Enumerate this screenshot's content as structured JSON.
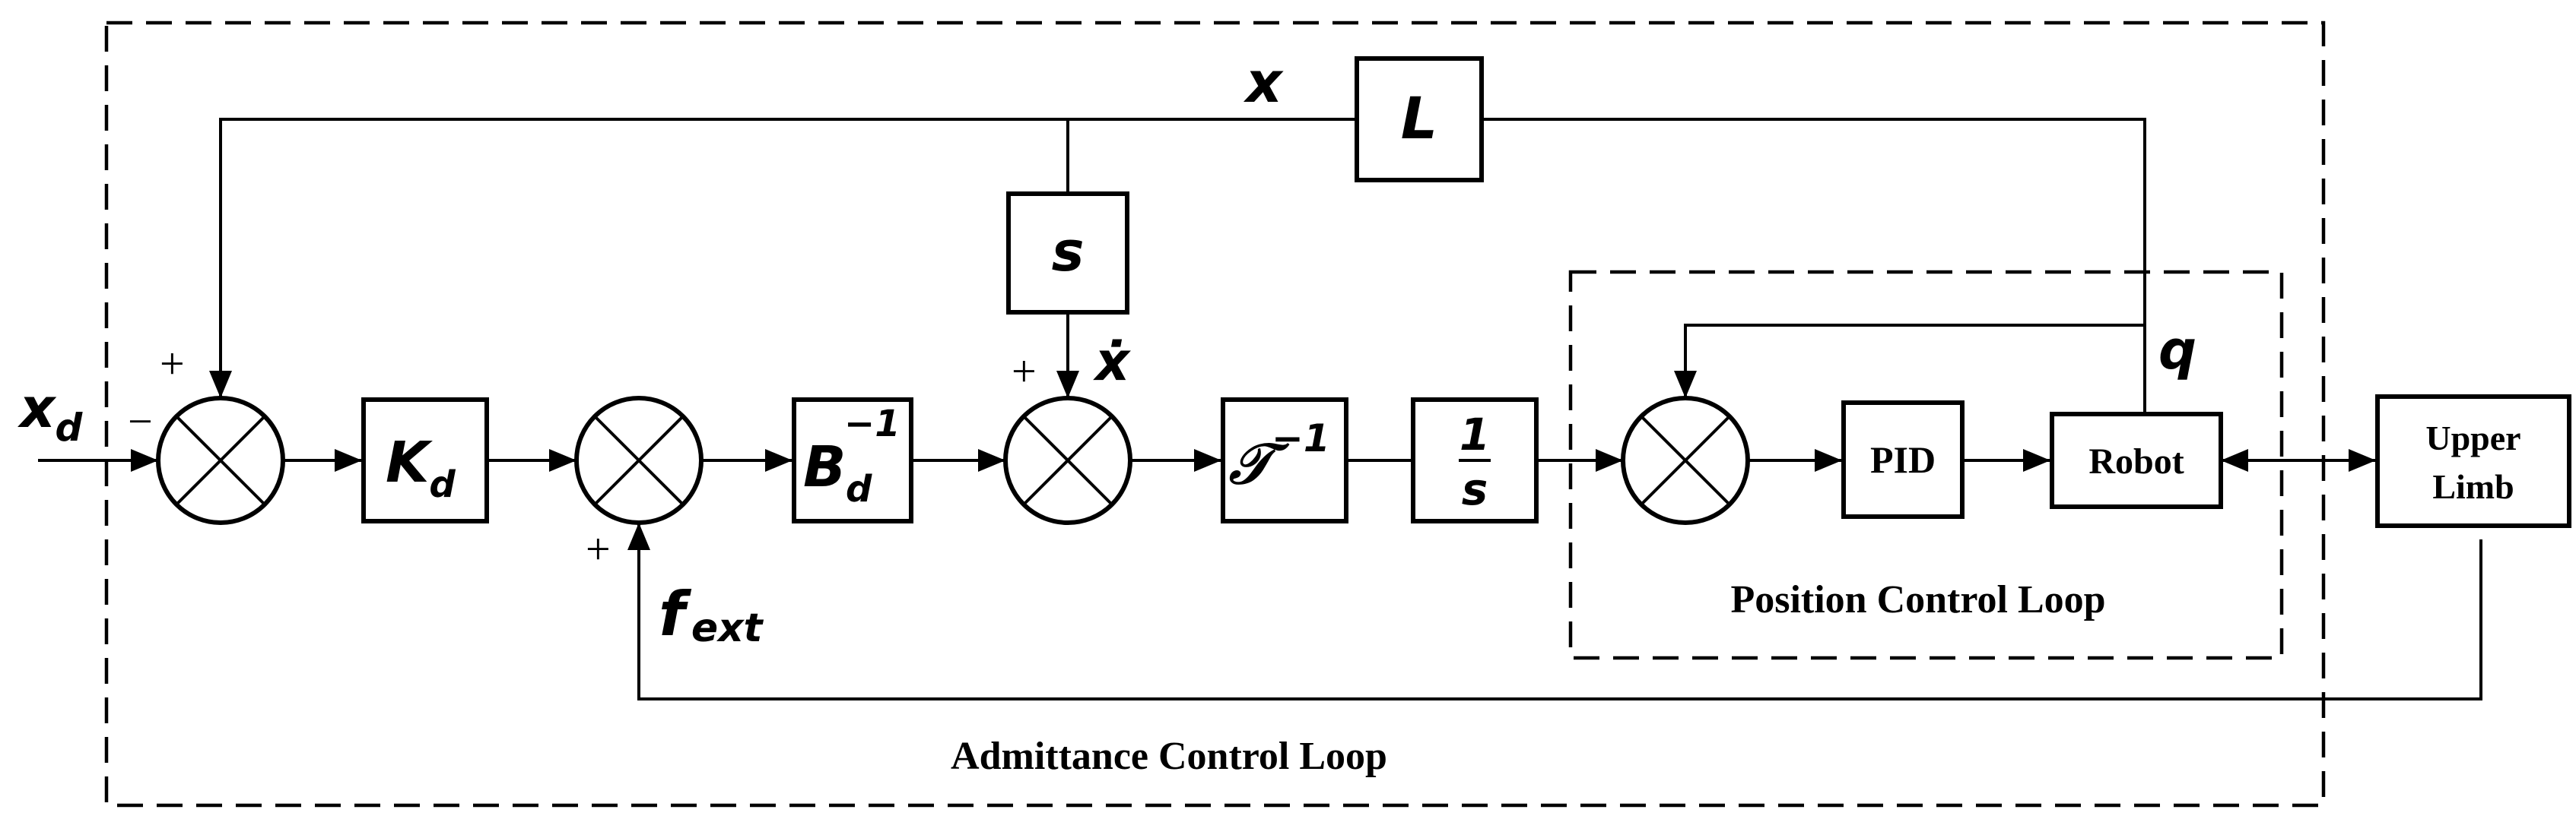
{
  "loops": {
    "outer_label": "Admittance Control Loop",
    "inner_label": "Position Control Loop"
  },
  "blocks": {
    "kd": "K",
    "kd_sub": "d",
    "bd": "B",
    "bd_sub": "d",
    "bd_sup": "−1",
    "jinv": "𝒯",
    "jinv_sup": "−1",
    "integrator_num": "1",
    "integrator_den": "s",
    "s": "s",
    "l": "L",
    "pid": "PID",
    "robot": "Robot",
    "upper_limb_line1": "Upper",
    "upper_limb_line2": "Limb"
  },
  "signals": {
    "xd": "x",
    "xd_sub": "d",
    "x": "x",
    "xdot": "ẋ",
    "q": "q",
    "fext": "f",
    "fext_sub": "ext"
  },
  "signs": {
    "sum1_top": "+",
    "sum1_left": "−",
    "sum2_bottom": "+",
    "sum3_top": "+"
  }
}
